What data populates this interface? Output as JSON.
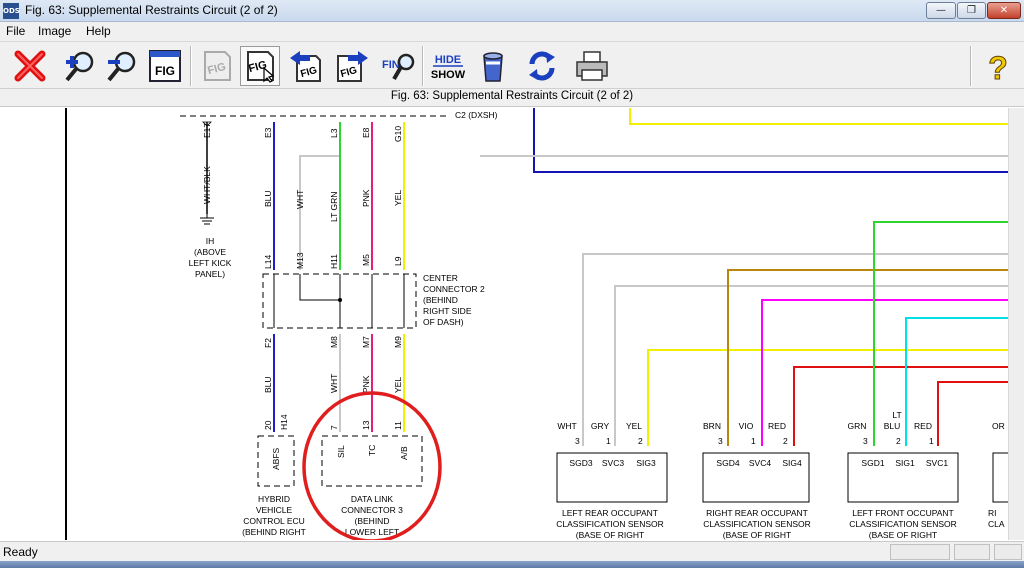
{
  "window": {
    "title": "Fig. 63: Supplemental Restraints Circuit (2 of 2)",
    "icon_label": "ODS"
  },
  "menu": [
    "File",
    "Image",
    "Help"
  ],
  "toolbar": {
    "find_label": "FIND",
    "hide_label": "HIDE",
    "show_label": "SHOW",
    "fig_label": "FIG",
    "help_label": "?"
  },
  "figure_title": "Fig. 63: Supplemental Restraints Circuit (2 of 2)",
  "status": {
    "text": "Ready"
  },
  "diagram": {
    "top_label": "C2 (DXSH)",
    "ground": {
      "pin": "E17",
      "wire": "WHT/BLK",
      "name": "IH",
      "loc1": "(ABOVE",
      "loc2": "LEFT KICK",
      "loc3": "PANEL)"
    },
    "upper_pins": [
      "E3",
      "L3",
      "E8",
      "G10"
    ],
    "upper_wires": [
      "BLU",
      "WHT",
      "LT GRN",
      "PNK",
      "YEL"
    ],
    "cc2_pins_top": [
      "L14",
      "M13",
      "H11",
      "M5",
      "L9"
    ],
    "cc2_pins_bottom": [
      "F2",
      "M8",
      "M7",
      "M9"
    ],
    "center_connector": {
      "l1": "CENTER",
      "l2": "CONNECTOR 2",
      "l3": "(BEHIND",
      "l4": "RIGHT SIDE",
      "l5": "OF DASH)"
    },
    "lower_wires": [
      "BLU",
      "WHT",
      "PNK",
      "YEL"
    ],
    "hv": {
      "pins": [
        "20",
        "H14"
      ],
      "box": "ABFS",
      "l1": "HYBRID",
      "l2": "VEHICLE",
      "l3": "CONTROL ECU",
      "l4": "(BEHIND RIGHT"
    },
    "dlc": {
      "pins": [
        "7",
        "13",
        "11"
      ],
      "box": [
        "SIL",
        "TC",
        "A/B"
      ],
      "l1": "DATA LINK",
      "l2": "CONNECTOR 3",
      "l3": "(BEHIND",
      "l4": "LOWER LEFT"
    },
    "sensors": [
      {
        "wires": [
          "WHT",
          "GRY",
          "YEL"
        ],
        "pins": [
          "3",
          "1",
          "2"
        ],
        "box": [
          "SGD3",
          "SVC3",
          "SIG3"
        ],
        "l1": "LEFT REAR OCCUPANT",
        "l2": "CLASSIFICATION SENSOR",
        "l3": "(BASE OF RIGHT"
      },
      {
        "wires": [
          "BRN",
          "VIO",
          "RED"
        ],
        "pins": [
          "3",
          "1",
          "2"
        ],
        "box": [
          "SGD4",
          "SVC4",
          "SIG4"
        ],
        "l1": "RIGHT REAR OCCUPANT",
        "l2": "CLASSIFICATION SENSOR",
        "l3": "(BASE OF RIGHT"
      },
      {
        "wires": [
          "GRN",
          "LT",
          "BLU",
          "RED"
        ],
        "pins": [
          "3",
          "2",
          "1"
        ],
        "box": [
          "SGD1",
          "SIG1",
          "SVC1"
        ],
        "l1": "LEFT FRONT OCCUPANT",
        "l2": "CLASSIFICATION SENSOR",
        "l3": "(BASE OF RIGHT"
      }
    ],
    "partial_right": {
      "wire": "OR",
      "label": "RI",
      "label2": "CLA"
    },
    "colors": {
      "blue": "#1f1fc8",
      "green": "#2fd42f",
      "pink": "#e0207a",
      "yellow": "#f0f000",
      "gray": "#c8c8c8",
      "brown": "#b8860b",
      "magenta": "#ff00ff",
      "cyan": "#00e0e8",
      "red": "#e01010",
      "navy": "#1414b4",
      "annotation": "#e01e1e"
    }
  }
}
